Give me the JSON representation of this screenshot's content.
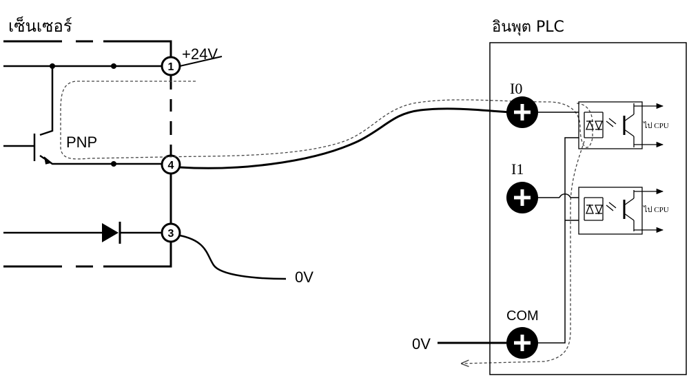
{
  "sensor": {
    "title": "เซ็นเซอร์",
    "type_label": "PNP"
  },
  "plc": {
    "title": "อินพุต PLC",
    "to_cpu_1": "ไป CPU",
    "to_cpu_2": "ไป CPU"
  },
  "terminals": {
    "t1": "1",
    "t4": "4",
    "t3": "3"
  },
  "supply": {
    "plus24": "+24V",
    "zero_v_sensor": "0V",
    "zero_v_com": "0V"
  },
  "inputs": {
    "i0": "I0",
    "i1": "I1",
    "com": "COM"
  }
}
